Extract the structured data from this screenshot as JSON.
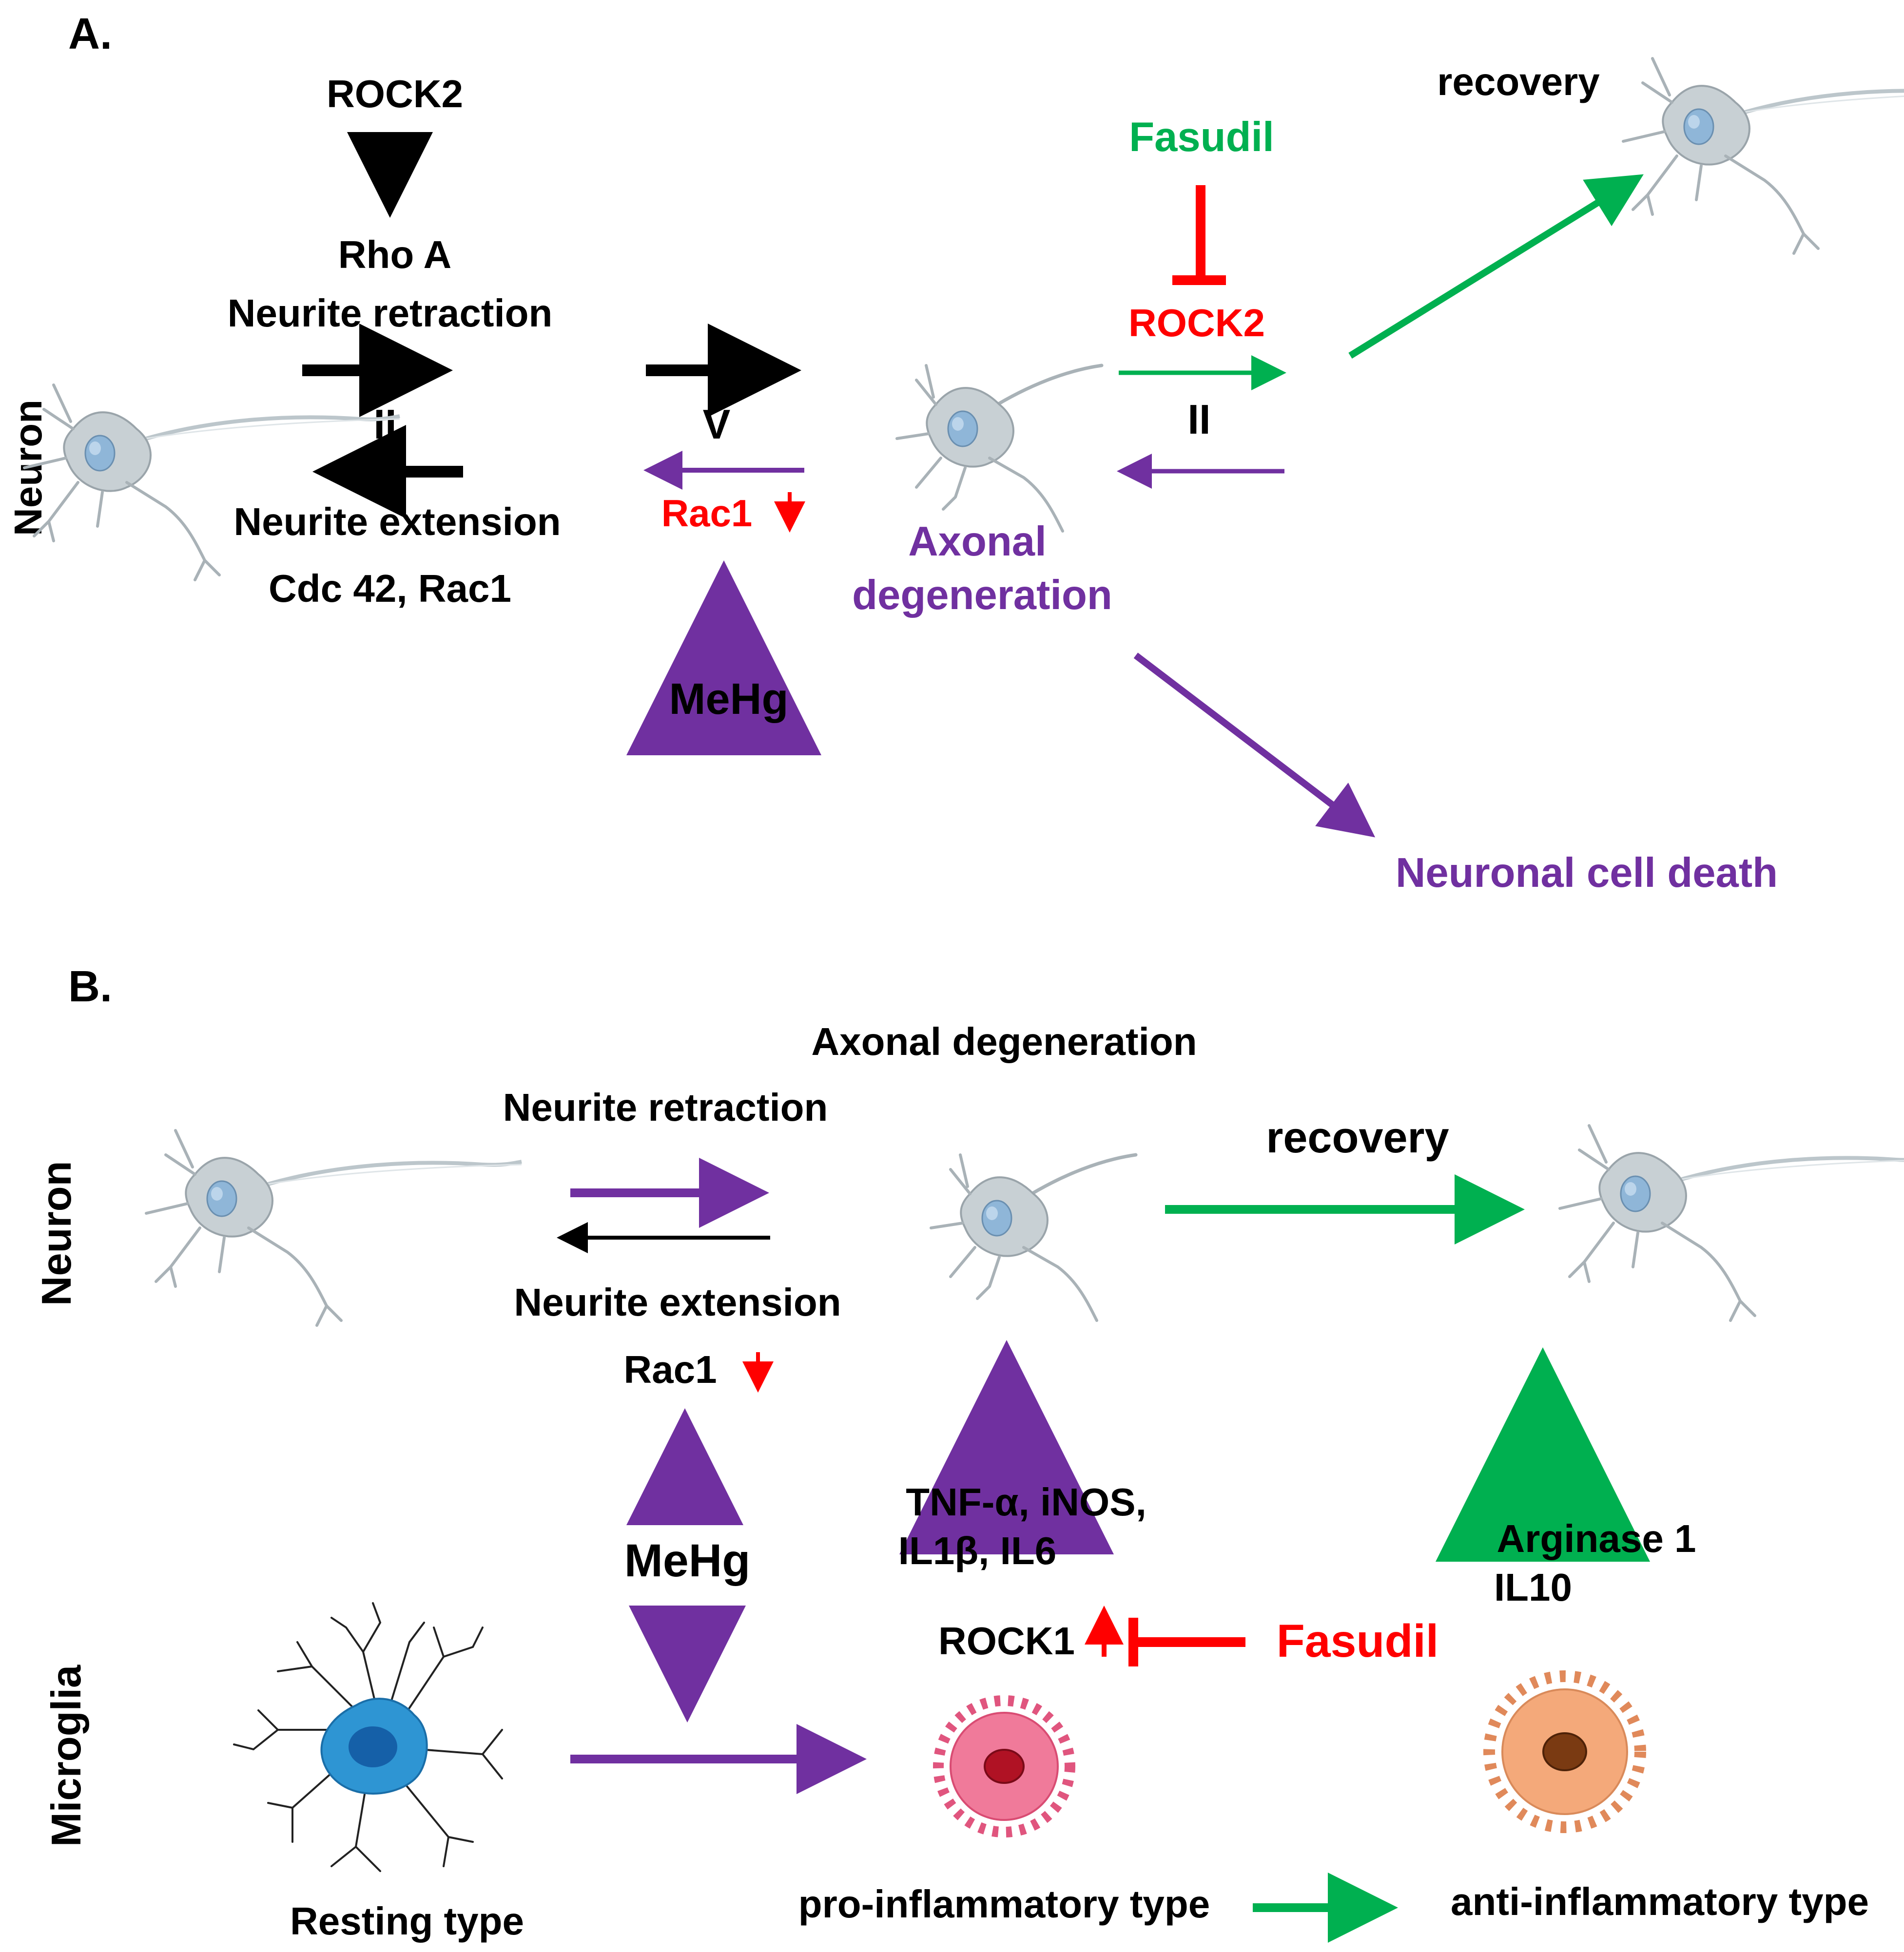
{
  "colors": {
    "black": "#000000",
    "purple": "#7030a0",
    "red": "#ff0000",
    "green": "#00b050",
    "neuron_body": "#c8d0d4",
    "neuron_nucleus": "#8fb6d8",
    "resting_microglia": "#2e95d3",
    "pro_microglia": "#f07a9a",
    "anti_microglia": "#f4a97a"
  },
  "panel_a": {
    "label": "A.",
    "side_label": "Neuron",
    "rock2_top": "ROCK2",
    "rhoa": "Rho A",
    "neurite_retraction": "Neurite retraction",
    "equals": "II",
    "neurite_extension": "Neurite extension",
    "cdc42": "Cdc 42, Rac1",
    "greater": "V",
    "rac1": "Rac1",
    "mehg": "MeHg",
    "axonal_line1": "Axonal",
    "axonal_line2": "degeneration",
    "fasudil": "Fasudil",
    "rock2_red": "ROCK2",
    "equals_right": "II",
    "recovery": "recovery",
    "cell_death": "Neuronal cell death"
  },
  "panel_b": {
    "label": "B.",
    "side_label_neuron": "Neuron",
    "side_label_microglia": "Microglia",
    "axonal_degeneration": "Axonal degeneration",
    "neurite_retraction": "Neurite retraction",
    "neurite_extension": "Neurite extension",
    "rac1": "Rac1",
    "recovery": "recovery",
    "mehg": "MeHg",
    "tnf_line1": "TNF-α, iNOS,",
    "tnf_line2": "IL1β, IL6",
    "arginase_line1": "Arginase 1",
    "arginase_line2": "IL10",
    "rock1": "ROCK1",
    "fasudil": "Fasudil",
    "resting": "Resting type",
    "pro": "pro-inflammatory type",
    "anti": "anti-inflammatory type"
  }
}
